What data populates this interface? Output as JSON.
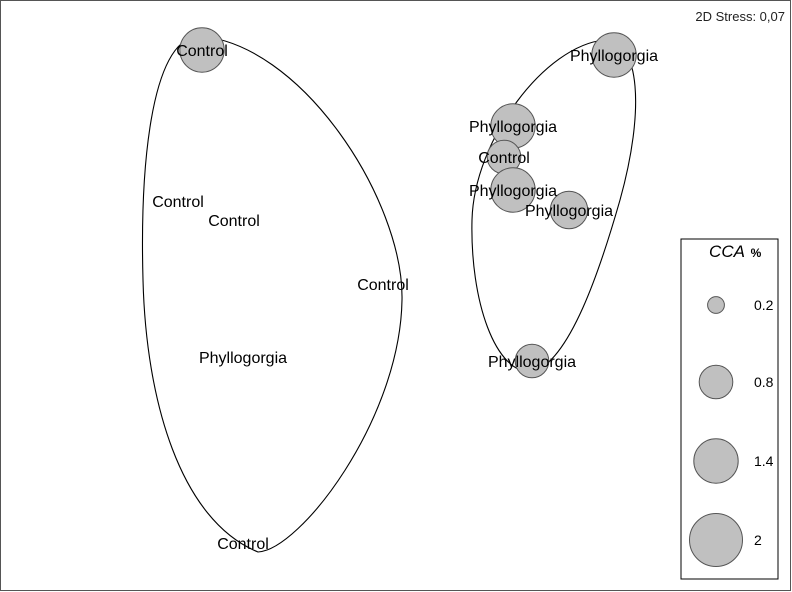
{
  "chart_data": {
    "type": "scatter",
    "stress_label": "2D Stress: 0,07",
    "points": [
      {
        "label": "Control",
        "cca": 1.4
      },
      {
        "label": "Control",
        "cca": 0
      },
      {
        "label": "Control",
        "cca": 0
      },
      {
        "label": "Control",
        "cca": 0
      },
      {
        "label": "Phyllogorgia",
        "cca": 0
      },
      {
        "label": "Control",
        "cca": 0
      },
      {
        "label": "Phyllogorgia",
        "cca": 1.4
      },
      {
        "label": "Phyllogorgia",
        "cca": 1.4
      },
      {
        "label": "Control",
        "cca": 0.8
      },
      {
        "label": "Phyllogorgia",
        "cca": 1.4
      },
      {
        "label": "Phyllogorgia",
        "cca": 1.0
      },
      {
        "label": "Phyllogorgia",
        "cca": 0.8
      }
    ],
    "groups": 2,
    "legend": {
      "title": "CCA",
      "unit": "%",
      "entries": [
        {
          "label": "0.2",
          "value": 0.2
        },
        {
          "label": "0.8",
          "value": 0.8
        },
        {
          "label": "1.4",
          "value": 1.4
        },
        {
          "label": "2",
          "value": 2
        }
      ],
      "placement": "right"
    },
    "colors": {
      "bubble_fill": "#c0c0c0",
      "bubble_stroke": "#555555",
      "ellipse_stroke": "#000000"
    }
  }
}
